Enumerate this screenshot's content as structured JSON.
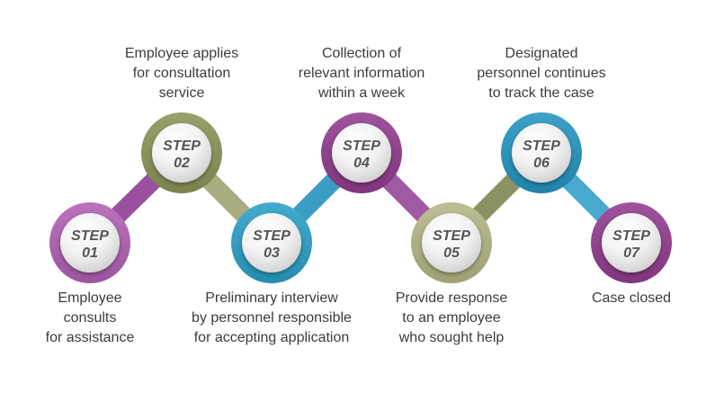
{
  "steps": [
    {
      "step_label": "STEP",
      "number": "01",
      "color": "#a65fa8",
      "caption_position": "below",
      "caption_lines": [
        "Employee",
        "consults",
        "for assistance"
      ]
    },
    {
      "step_label": "STEP",
      "number": "02",
      "color": "#868c58",
      "caption_position": "above",
      "caption_lines": [
        "Employee applies",
        "for consultation",
        "service"
      ]
    },
    {
      "step_label": "STEP",
      "number": "03",
      "color": "#2f97b9",
      "caption_position": "below",
      "caption_lines": [
        "Preliminary interview",
        "by personnel responsible",
        "for accepting application"
      ]
    },
    {
      "step_label": "STEP",
      "number": "04",
      "color": "#8a3f88",
      "caption_position": "above",
      "caption_lines": [
        "Collection of",
        "relevant information",
        "within a week"
      ]
    },
    {
      "step_label": "STEP",
      "number": "05",
      "color": "#a9aa7f",
      "caption_position": "below",
      "caption_lines": [
        "Provide response",
        "to an employee",
        "who sought help"
      ]
    },
    {
      "step_label": "STEP",
      "number": "06",
      "color": "#2a8db3",
      "caption_position": "above",
      "caption_lines": [
        "Designated",
        "personnel continues",
        "to track the case"
      ]
    },
    {
      "step_label": "STEP",
      "number": "07",
      "color": "#8a3f88",
      "caption_position": "below",
      "caption_lines": [
        "Case closed"
      ]
    }
  ],
  "connector_colors": [
    "#9b4fa0",
    "#a9ab80",
    "#3b9dc5",
    "#a05aa3",
    "#8b9160",
    "#4aa9cf"
  ],
  "text_color": "#3c3c3c",
  "step_text_color": "#555555"
}
